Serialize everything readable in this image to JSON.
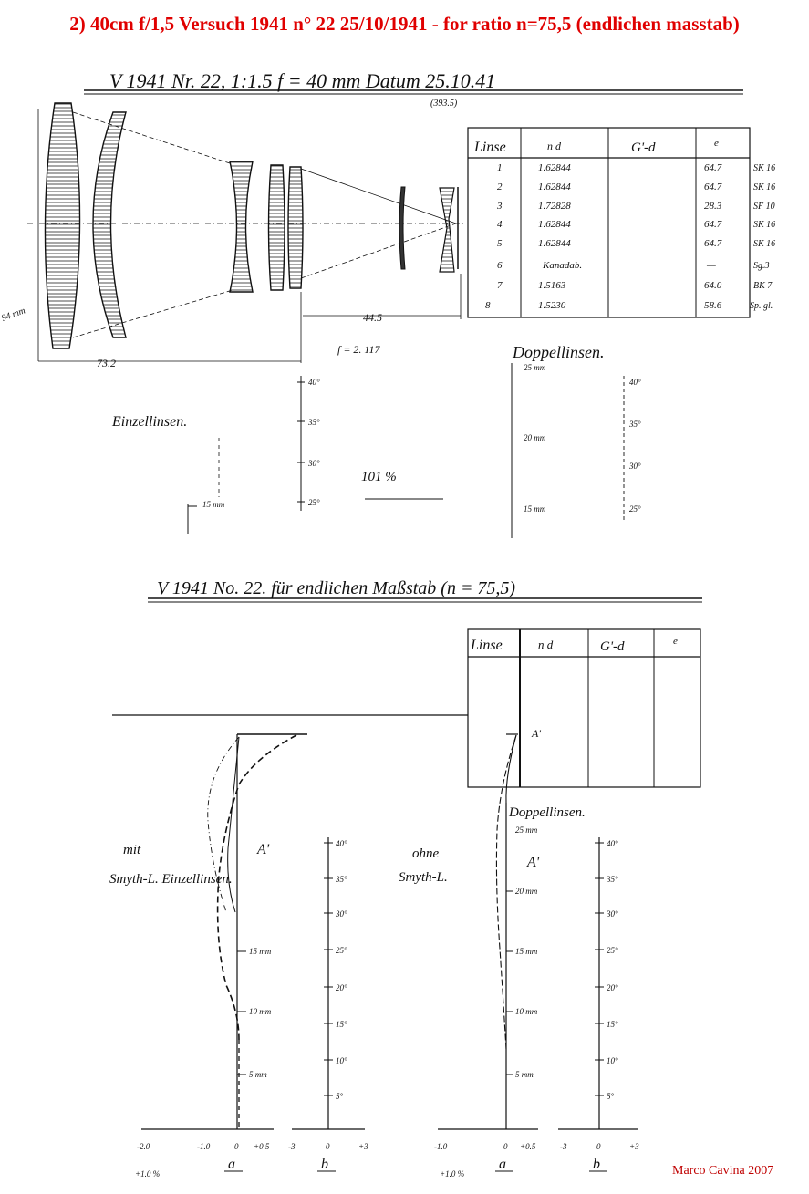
{
  "header": {
    "title": "2) 40cm f/1,5 Versuch 1941 n° 22  25/10/1941 - for ratio n=75,5 (endlichen masstab)",
    "credit": "Marco Cavina 2007",
    "title_color": "#e00000",
    "credit_color": "#c00000"
  },
  "top_drawing": {
    "heading": "V 1941  Nr. 22,  1:1.5  f = 40 mm  Datum 25.10.41",
    "sub_value": "(393.5)",
    "dim_left_vertical": "94 mm",
    "dim_bottom": "73.2",
    "dim_right": "44.5",
    "note": "f = 2. 117",
    "table": {
      "headers": [
        "Linse",
        "n d",
        "G'-d",
        "e"
      ],
      "rows": [
        [
          "1",
          "1.62844",
          "64.7",
          "SK 16"
        ],
        [
          "2",
          "1.62844",
          "64.7",
          "SK 16"
        ],
        [
          "3",
          "1.72828",
          "28.3",
          "SF 10"
        ],
        [
          "4",
          "1.62844",
          "64.7",
          "SK 16"
        ],
        [
          "5",
          "1.62844",
          "64.7",
          "SK 16"
        ],
        [
          "6",
          "Kanadab.",
          "—",
          "Sg.3"
        ],
        [
          "7",
          "1.5163",
          "64.0",
          "BK 7"
        ],
        [
          "8",
          "1.5230",
          "58.6",
          "Sp. gl."
        ]
      ]
    },
    "left_plot": {
      "label": "Einzellinsen.",
      "scale_label": "15 mm",
      "angles": [
        "40°",
        "35°",
        "30°",
        "25°"
      ],
      "note": "101 %"
    },
    "right_plot": {
      "label": "Doppellinsen.",
      "mm_labels": [
        "25 mm",
        "20 mm",
        "15 mm"
      ],
      "angles": [
        "40°",
        "35°",
        "30°",
        "25°"
      ]
    }
  },
  "bottom_drawing": {
    "heading": "V 1941   No. 22.   für endlichen Maßstab (n = 75,5)",
    "table_headers": [
      "Linse",
      "n d",
      "G'-d",
      "e"
    ],
    "table_label": "A'",
    "left_plot": {
      "label_top": "mit",
      "label_main": "Smyth-L. Einzellinsen.",
      "label_a": "A'",
      "mm_labels": [
        "15 mm",
        "10 mm",
        "5 mm"
      ],
      "angles": [
        "40°",
        "35°",
        "30°",
        "25°",
        "20°",
        "15°",
        "10°",
        "5°"
      ],
      "axis_a_ticks": [
        "-2.0",
        "-1.0",
        "0",
        "+0.5"
      ],
      "axis_b_ticks": [
        "-3",
        "0",
        "+3"
      ],
      "axis_a_label": "a",
      "axis_b_label": "b",
      "percent": "+1.0 %"
    },
    "right_plot": {
      "label_top": "ohne",
      "label_main": "Smyth-L.",
      "label_a": "A'",
      "label_double": "Doppellinsen.",
      "mm_labels": [
        "25 mm",
        "20 mm",
        "15 mm",
        "10 mm",
        "5 mm"
      ],
      "angles": [
        "40°",
        "35°",
        "30°",
        "25°",
        "20°",
        "15°",
        "10°",
        "5°"
      ],
      "axis_a_ticks": [
        "-1.0",
        "0",
        "+0.5"
      ],
      "axis_b_ticks": [
        "-3",
        "0",
        "+3"
      ],
      "axis_a_label": "a",
      "axis_b_label": "b",
      "percent": "+1.0 %"
    }
  }
}
